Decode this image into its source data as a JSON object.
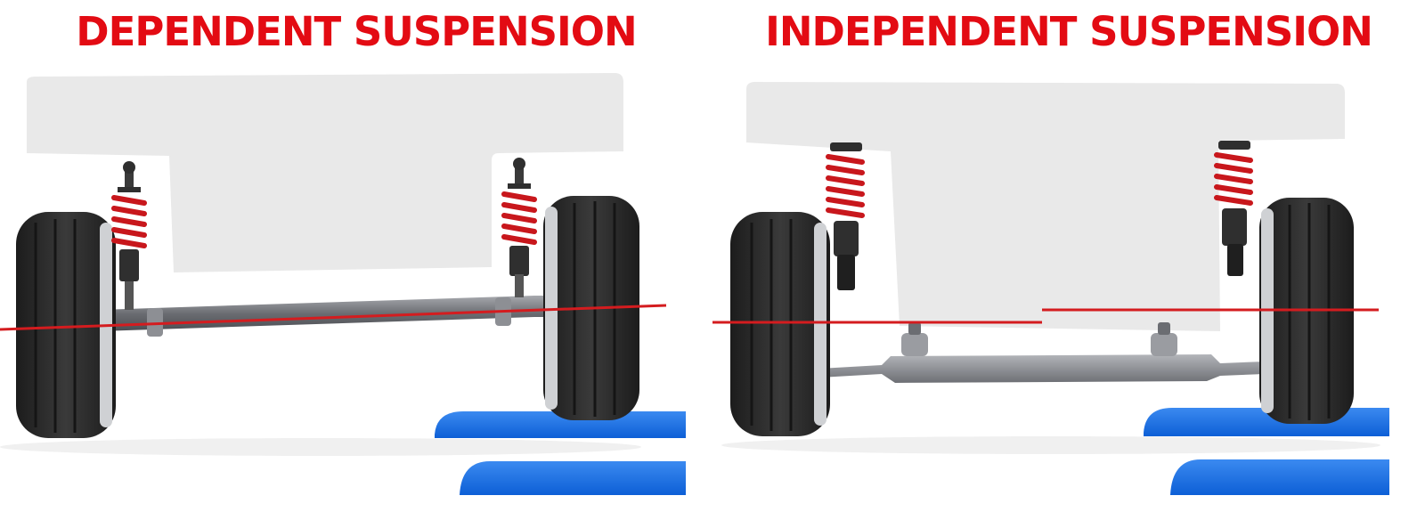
{
  "colors": {
    "title": "#e30b13",
    "reference_line": "#d41c1f",
    "body": "#e9e9e9",
    "tire": "#2a2a2a",
    "spring": "#c8171c",
    "axle": "#7c7e83",
    "ramp": "#1f73e6"
  },
  "panels": [
    {
      "title": "DEPENDENT SUSPENSION",
      "components": [
        "car-body",
        "left-wheel",
        "right-wheel",
        "left-coil-spring",
        "right-coil-spring",
        "solid-axle",
        "reference-line",
        "ramp"
      ]
    },
    {
      "title": "INDEPENDENT SUSPENSION",
      "components": [
        "car-body",
        "left-wheel",
        "right-wheel",
        "left-strut",
        "right-strut",
        "subframe",
        "reference-line-left",
        "reference-line-right",
        "ramp"
      ]
    }
  ]
}
